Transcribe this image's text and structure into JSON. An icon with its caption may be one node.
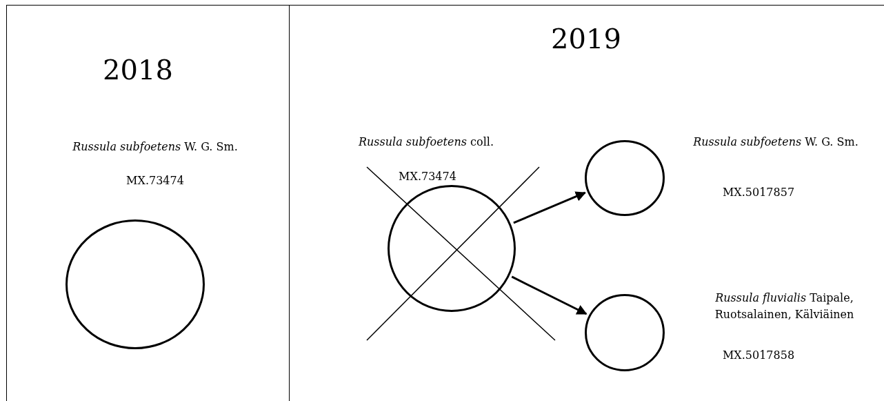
{
  "diagram": {
    "nodes": [
      {
        "text": [
          "2018"
        ]
      },
      {
        "text": [],
        "shape": "circle",
        "in": 0,
        "beside": [
          "*Russula subfoetens* W. G. Sm.",
          "MX.73474"
        ]
      },
      {
        "text": [
          "2019"
        ]
      },
      {
        "text": [],
        "shape": "circle",
        "in": 2,
        "beside": [
          "*Russula subfoetens* coll.",
          "MX.73474"
        ]
      },
      {
        "text": [],
        "shape": "circle",
        "in": 2,
        "beside": [
          "*Russula subfoetens* W. G. Sm.",
          "MX.5017857"
        ]
      },
      {
        "text": [],
        "shape": "circle",
        "in": 2,
        "beside": [
          "*Russula fluvialis* Taipale, Ruotsalainen, Kälviäinen",
          "MX.5017858"
        ]
      }
    ],
    "edges": [
      {
        "from": 3,
        "to": 4,
        "arrow": "to"
      },
      {
        "from": 3,
        "to": 5,
        "arrow": "to"
      }
    ]
  }
}
